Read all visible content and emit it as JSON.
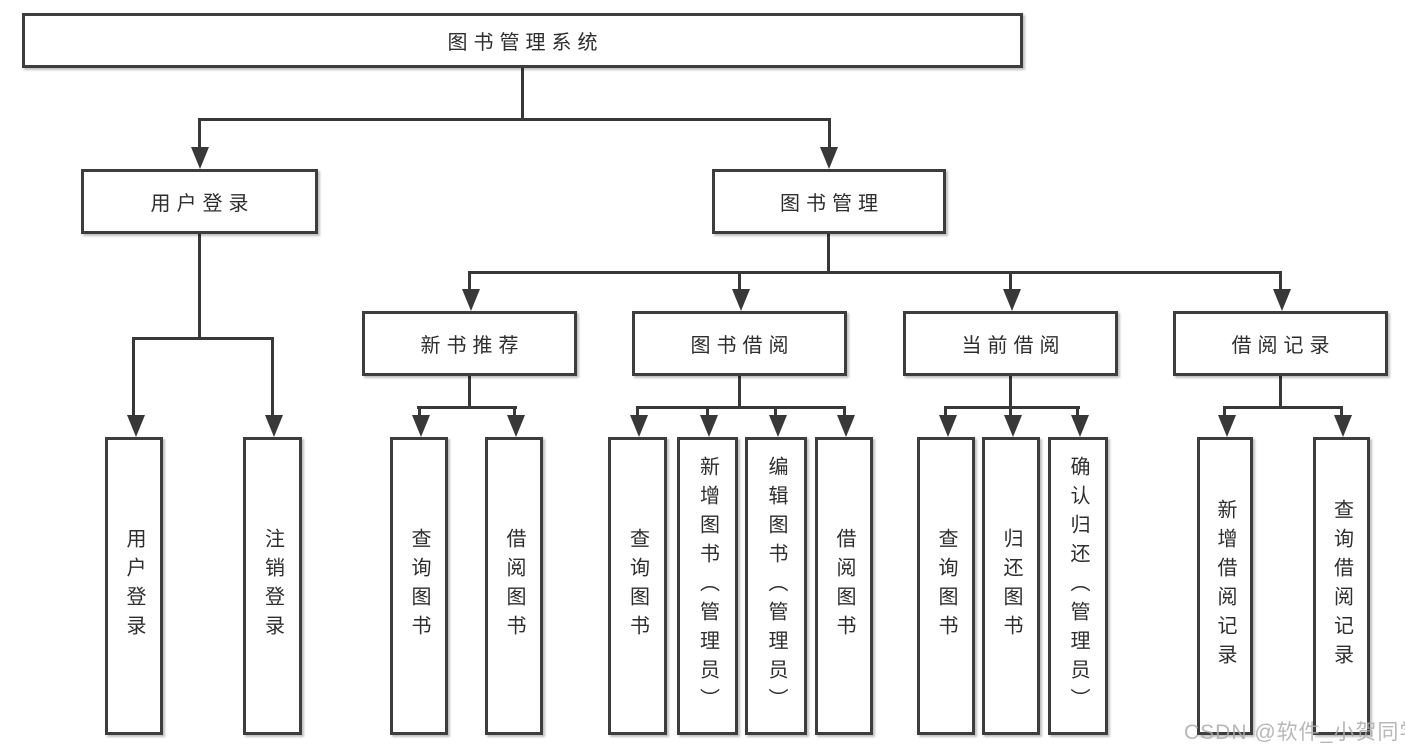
{
  "diagram": {
    "title": "图书管理系统",
    "root": {
      "label": "图书管理系统"
    },
    "level2": [
      {
        "label": "用户登录"
      },
      {
        "label": "图书管理"
      }
    ],
    "level3": [
      {
        "label": "新书推荐",
        "parent": "图书管理"
      },
      {
        "label": "图书借阅",
        "parent": "图书管理"
      },
      {
        "label": "当前借阅",
        "parent": "图书管理"
      },
      {
        "label": "借阅记录",
        "parent": "图书管理"
      }
    ],
    "leaves": [
      {
        "label": "用户登录",
        "parent": "用户登录"
      },
      {
        "label": "注销登录",
        "parent": "用户登录"
      },
      {
        "label": "查询图书",
        "parent": "新书推荐"
      },
      {
        "label": "借阅图书",
        "parent": "新书推荐"
      },
      {
        "label": "查询图书",
        "parent": "图书借阅"
      },
      {
        "label": "新增图书（管理员）",
        "parent": "图书借阅"
      },
      {
        "label": "编辑图书（管理员）",
        "parent": "图书借阅"
      },
      {
        "label": "借阅图书",
        "parent": "图书借阅"
      },
      {
        "label": "查询图书",
        "parent": "当前借阅"
      },
      {
        "label": "归还图书",
        "parent": "当前借阅"
      },
      {
        "label": "确认归还（管理员）",
        "parent": "当前借阅"
      },
      {
        "label": "新增借阅记录",
        "parent": "借阅记录"
      },
      {
        "label": "查询借阅记录",
        "parent": "借阅记录"
      }
    ],
    "colors": {
      "line": "#383838",
      "box_border": "#3d3d3d",
      "text": "#2e2e2e",
      "background": "#ffffff",
      "watermark": "#ababab"
    }
  },
  "watermark": {
    "text": "CSDN @软件_小贺同学"
  }
}
